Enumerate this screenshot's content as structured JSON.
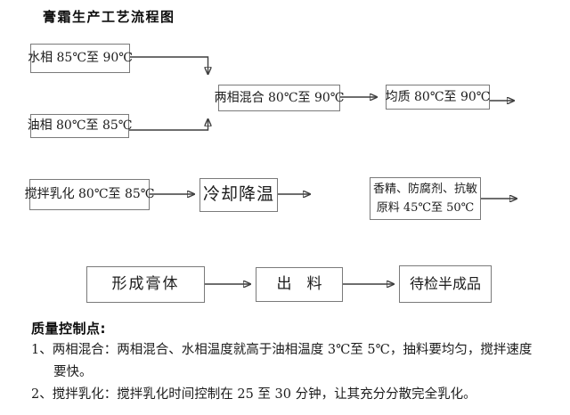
{
  "title": "膏霜生产工艺流程图",
  "flowchart": {
    "boxes": {
      "water_phase": "水相 85℃至 90℃",
      "oil_phase": "油相 80℃至 85℃",
      "two_phase_mix": "两相混合 80℃至 90℃",
      "homogenize": "均质 80℃至 90℃",
      "stir_emulsify": "搅拌乳化 80℃至 85℃",
      "cooling": "冷却降温",
      "additives_line1": "香精、防腐剂、抗敏",
      "additives_line2": "原料 45℃至 50℃",
      "form_paste": "形成膏体",
      "discharge": "出　料",
      "semi_finished": "待检半成品"
    },
    "box_border_color": "#7a7a7a",
    "connector_color": "#3f3f3f"
  },
  "notes": {
    "heading": "质量控制点:",
    "items": [
      {
        "num": "1、",
        "text": "两相混合：两相混合、水相温度就高于油相温度 3℃至 5℃，抽料要均匀，搅拌速度要快。"
      },
      {
        "num": "2、",
        "text": "搅拌乳化：搅拌乳化时间控制在 25 至 30 分钟，让其充分分散完全乳化。"
      }
    ]
  }
}
